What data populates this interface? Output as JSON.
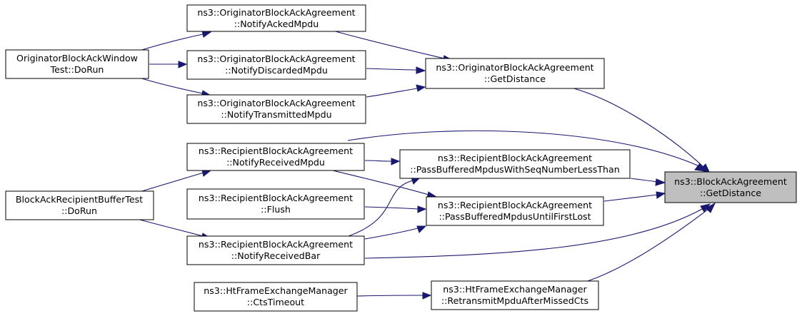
{
  "graph": {
    "colors": {
      "edge": "#191970",
      "highlight_fill": "#bfbfbf",
      "node_fill": "#ffffff",
      "node_border": "#000000"
    },
    "nodes": {
      "target": {
        "line1": "ns3::BlockAckAgreement",
        "line2": "::GetDistance"
      },
      "orig_getdistance": {
        "line1": "ns3::OriginatorBlockAckAgreement",
        "line2": "::GetDistance"
      },
      "orig_notifyacked": {
        "line1": "ns3::OriginatorBlockAckAgreement",
        "line2": "::NotifyAckedMpdu"
      },
      "orig_notifydiscarded": {
        "line1": "ns3::OriginatorBlockAckAgreement",
        "line2": "::NotifyDiscardedMpdu"
      },
      "orig_notifytransmitted": {
        "line1": "ns3::OriginatorBlockAckAgreement",
        "line2": "::NotifyTransmittedMpdu"
      },
      "orig_window_test": {
        "line1": "OriginatorBlockAckWindow",
        "line2": "Test::DoRun"
      },
      "recip_notifyreceivedmpdu": {
        "line1": "ns3::RecipientBlockAckAgreement",
        "line2": "::NotifyReceivedMpdu"
      },
      "recip_passlessthan": {
        "line1": "ns3::RecipientBlockAckAgreement",
        "line2": "::PassBufferedMpdusWithSeqNumberLessThan"
      },
      "recip_flush": {
        "line1": "ns3::RecipientBlockAckAgreement",
        "line2": "::Flush"
      },
      "recip_passuntillost": {
        "line1": "ns3::RecipientBlockAckAgreement",
        "line2": "::PassBufferedMpdusUntilFirstLost"
      },
      "recip_notifyreceivedbar": {
        "line1": "ns3::RecipientBlockAckAgreement",
        "line2": "::NotifyReceivedBar"
      },
      "recip_buffer_test": {
        "line1": "BlockAckRecipientBufferTest",
        "line2": "::DoRun"
      },
      "ht_retransmit": {
        "line1": "ns3::HtFrameExchangeManager",
        "line2": "::RetransmitMpduAfterMissedCts"
      },
      "ht_ctstimeout": {
        "line1": "ns3::HtFrameExchangeManager",
        "line2": "::CtsTimeout"
      }
    },
    "edges": [
      {
        "from": "orig_getdistance",
        "to": "target"
      },
      {
        "from": "recip_notifyreceivedmpdu",
        "to": "target"
      },
      {
        "from": "recip_passlessthan",
        "to": "target"
      },
      {
        "from": "recip_passuntillost",
        "to": "target"
      },
      {
        "from": "recip_notifyreceivedbar",
        "to": "target"
      },
      {
        "from": "ht_retransmit",
        "to": "target"
      },
      {
        "from": "orig_notifyacked",
        "to": "orig_getdistance"
      },
      {
        "from": "orig_notifydiscarded",
        "to": "orig_getdistance"
      },
      {
        "from": "orig_notifytransmitted",
        "to": "orig_getdistance"
      },
      {
        "from": "orig_window_test",
        "to": "orig_notifyacked"
      },
      {
        "from": "orig_window_test",
        "to": "orig_notifydiscarded"
      },
      {
        "from": "orig_window_test",
        "to": "orig_notifytransmitted"
      },
      {
        "from": "recip_notifyreceivedmpdu",
        "to": "recip_passlessthan"
      },
      {
        "from": "recip_notifyreceivedmpdu",
        "to": "recip_passuntillost"
      },
      {
        "from": "recip_flush",
        "to": "recip_passuntillost"
      },
      {
        "from": "recip_notifyreceivedbar",
        "to": "recip_passlessthan"
      },
      {
        "from": "recip_notifyreceivedbar",
        "to": "recip_passuntillost"
      },
      {
        "from": "recip_buffer_test",
        "to": "recip_notifyreceivedmpdu"
      },
      {
        "from": "recip_buffer_test",
        "to": "recip_notifyreceivedbar"
      },
      {
        "from": "ht_ctstimeout",
        "to": "ht_retransmit"
      }
    ]
  }
}
